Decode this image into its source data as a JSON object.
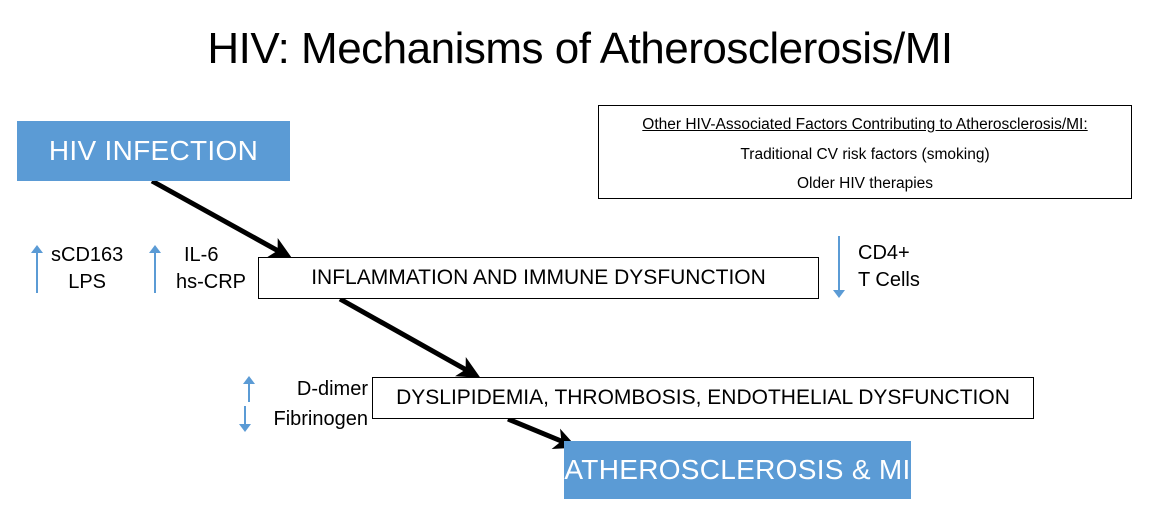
{
  "slide": {
    "title": "HIV: Mechanisms of Atherosclerosis/MI",
    "background_color": "#FFFFFF",
    "accent_color": "#5B9BD5",
    "line_color": "#000000"
  },
  "nodes": {
    "hiv_infection": {
      "label": "HIV INFECTION",
      "style": "filled-blue",
      "text_color": "#FFFFFF",
      "fill_color": "#5B9BD5"
    },
    "inflammation": {
      "label": "INFLAMMATION AND IMMUNE DYSFUNCTION",
      "style": "outlined",
      "text_color": "#000000",
      "fill_color": "#FFFFFF"
    },
    "dyslipidemia": {
      "label": "DYSLIPIDEMIA, THROMBOSIS, ENDOTHELIAL DYSFUNCTION",
      "style": "outlined",
      "text_color": "#000000",
      "fill_color": "#FFFFFF"
    },
    "atherosclerosis_mi": {
      "label": "ATHEROSCLEROSIS &  MI",
      "style": "filled-blue",
      "text_color": "#FFFFFF",
      "fill_color": "#5B9BD5"
    }
  },
  "other_factors": {
    "heading": "Other HIV-Associated  Factors Contributing  to Atherosclerosis/MI:",
    "items": [
      "Traditional  CV risk factors (smoking)",
      "Older HIV therapies"
    ]
  },
  "markers": {
    "scd163": {
      "direction": "up",
      "arrow_color": "#5B9BD5",
      "lines": [
        "sCD163",
        "LPS"
      ]
    },
    "il6": {
      "direction": "up",
      "arrow_color": "#5B9BD5",
      "lines": [
        "IL-6",
        "hs-CRP"
      ]
    },
    "cd4": {
      "direction": "down",
      "arrow_color": "#5B9BD5",
      "lines": [
        "CD4+",
        "T Cells"
      ]
    },
    "ddimer": {
      "direction": "up",
      "arrow_color": "#5B9BD5",
      "label": "D-dimer"
    },
    "fibrinogen": {
      "direction": "down",
      "arrow_color": "#5B9BD5",
      "label": "Fibrinogen"
    }
  },
  "flow": [
    {
      "from": "hiv_infection",
      "to": "inflammation"
    },
    {
      "from": "inflammation",
      "to": "dyslipidemia"
    },
    {
      "from": "dyslipidemia",
      "to": "atherosclerosis_mi"
    }
  ]
}
